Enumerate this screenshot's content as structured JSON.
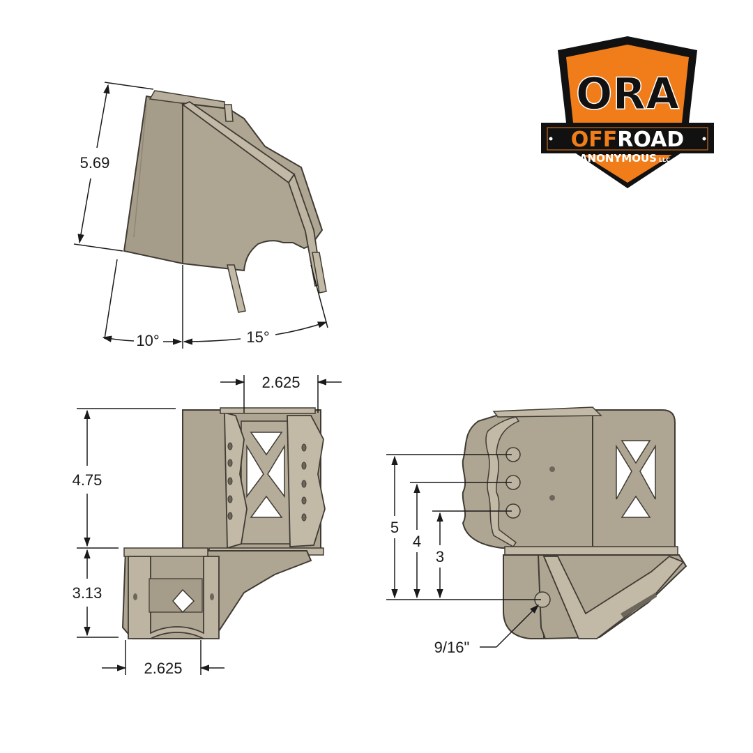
{
  "logo": {
    "brand": "ORA",
    "line_off": "OFF",
    "line_road": "ROAD",
    "line_anon": "ANONYMOUS",
    "line_llc": "LLC",
    "colors": {
      "orange": "#f07d1a",
      "black": "#111111",
      "white": "#ffffff"
    }
  },
  "top_view": {
    "height_label": "5.69",
    "angle_left_label": "10°",
    "angle_right_label": "15°"
  },
  "front_view": {
    "width_top_label": "2.625",
    "upper_height_label": "4.75",
    "lower_height_label": "3.13",
    "width_bottom_label": "2.625"
  },
  "side_view": {
    "hole_height_5": "5",
    "hole_height_4": "4",
    "hole_height_3": "3",
    "hole_size_label": "9/16\""
  },
  "colors": {
    "part_fill": "#aea593",
    "part_light": "#c2b9a7",
    "part_dark": "#8f8776",
    "part_edge": "#3f3b33",
    "dim_line": "#1a1a1a"
  }
}
